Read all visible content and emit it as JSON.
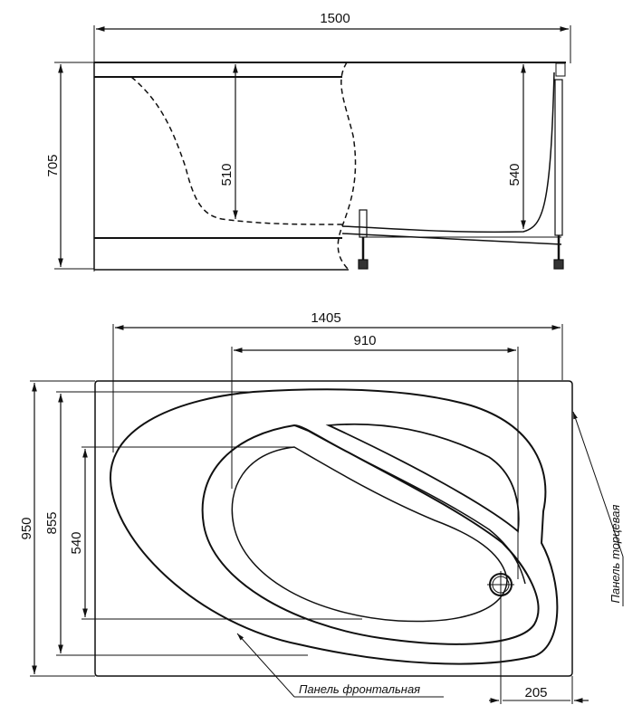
{
  "diagram": {
    "subject": "Corner bathtub technical drawing",
    "side_view": {
      "dimensions": {
        "overall_length": "1500",
        "overall_height": "705",
        "depth_left": "510",
        "depth_right": "540"
      }
    },
    "top_view": {
      "dimensions": {
        "inner_length": "1405",
        "bowl_length": "910",
        "overall_width": "950",
        "inner_width": "855",
        "bowl_width": "540",
        "drain_offset": "205"
      },
      "labels": {
        "front_panel": "Панель фронтальная",
        "end_panel": "Панель торцевая"
      }
    }
  }
}
